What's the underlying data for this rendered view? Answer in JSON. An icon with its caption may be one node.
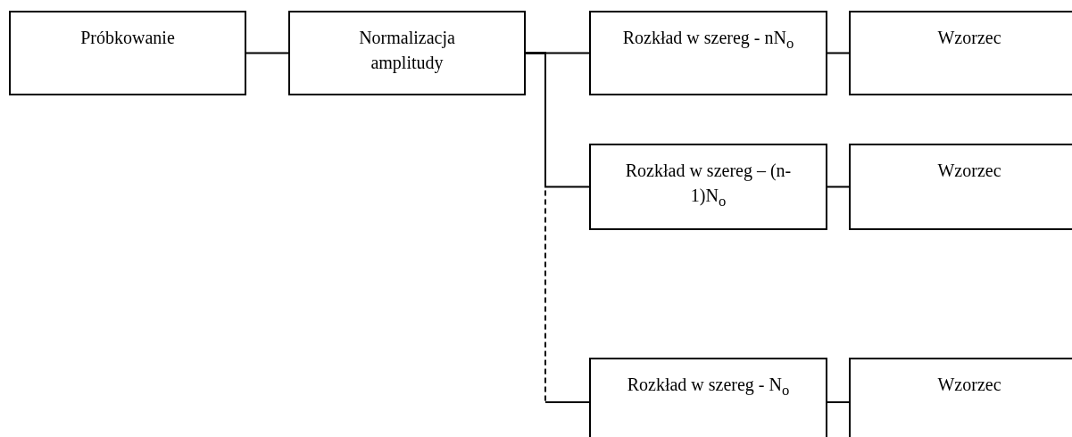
{
  "diagram": {
    "nodes": [
      {
        "text": [
          "Próbkowanie"
        ]
      },
      {
        "text": [
          "Normalizacja amplitudy"
        ]
      },
      {
        "text": [
          "Rozkład w szereg - nN$_{o}$"
        ]
      },
      {
        "text": [
          "Wzorzec"
        ]
      },
      {
        "text": [
          "Rozkład w szereg – (n-1)N$_{o}$"
        ]
      },
      {
        "text": [
          "Wzorzec"
        ]
      },
      {
        "text": [
          "Rozkład w szereg - N$_{o}$"
        ]
      },
      {
        "text": [
          "Wzorzec"
        ]
      }
    ],
    "edges": [
      {
        "from": 0,
        "to": 1,
        "arrow": "none"
      },
      {
        "from": 1,
        "to": 2,
        "arrow": "none"
      },
      {
        "from": 2,
        "to": 3,
        "arrow": "none"
      },
      {
        "from": 1,
        "to": 4,
        "arrow": "none"
      },
      {
        "from": 4,
        "to": 5,
        "arrow": "none"
      },
      {
        "from": 1,
        "to": 6,
        "arrow": "none",
        "style": "dashed"
      },
      {
        "from": 6,
        "to": 7,
        "arrow": "none"
      }
    ]
  }
}
